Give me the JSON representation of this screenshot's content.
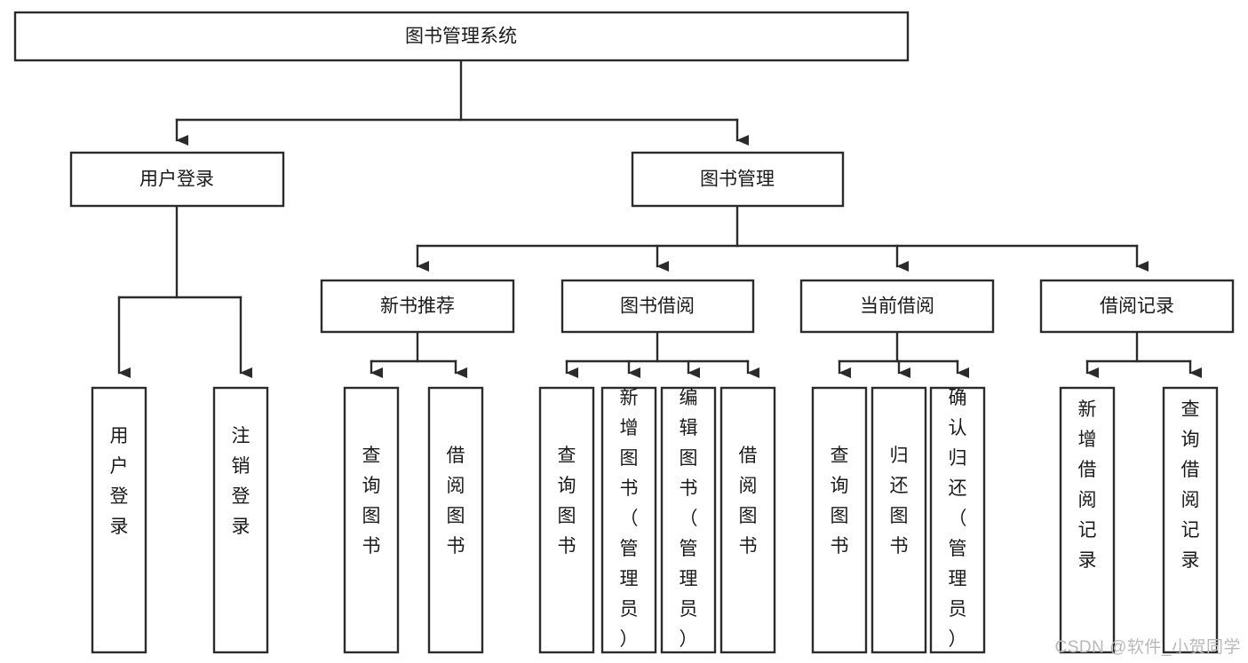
{
  "diagram": {
    "type": "tree",
    "title": "图书管理系统",
    "orientation": "top-down",
    "levels": 4,
    "colors": {
      "box_fill": "#ffffff",
      "box_stroke": "#2b2b2b",
      "text": "#1a1a1a",
      "background": "#ffffff",
      "watermark": "#b9b9b9"
    }
  },
  "root": {
    "label": "图书管理系统"
  },
  "level2": [
    {
      "label": "用户登录"
    },
    {
      "label": "图书管理"
    }
  ],
  "level3": [
    {
      "label": "新书推荐"
    },
    {
      "label": "图书借阅"
    },
    {
      "label": "当前借阅"
    },
    {
      "label": "借阅记录"
    }
  ],
  "leaves": {
    "user_login": [
      {
        "label": "用户登录"
      },
      {
        "label": "注销登录"
      }
    ],
    "new_book_recommend": [
      {
        "label": "查询图书"
      },
      {
        "label": "借阅图书"
      }
    ],
    "book_borrow": [
      {
        "label": "查询图书"
      },
      {
        "label": "新增图书（管理员）"
      },
      {
        "label": "编辑图书（管理员）"
      },
      {
        "label": "借阅图书"
      }
    ],
    "current_borrow": [
      {
        "label": "查询图书"
      },
      {
        "label": "归还图书"
      },
      {
        "label": "确认归还（管理员）"
      }
    ],
    "borrow_record": [
      {
        "label": "新增借阅记录"
      },
      {
        "label": "查询借阅记录"
      }
    ]
  },
  "watermark": {
    "text": "CSDN @软件_小贺同学"
  }
}
